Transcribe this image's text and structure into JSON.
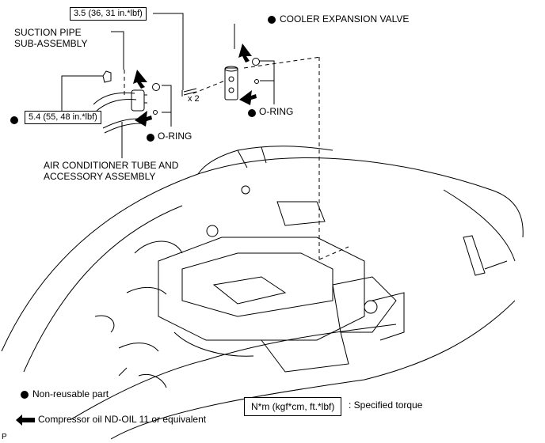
{
  "labels": {
    "cooler_expansion_valve": "COOLER EXPANSION VALVE",
    "suction_pipe_line1": "SUCTION PIPE",
    "suction_pipe_line2": "SUB-ASSEMBLY",
    "o_ring_right": "O-RING",
    "o_ring_left": "O-RING",
    "ac_tube_line1": "AIR CONDITIONER TUBE AND",
    "ac_tube_line2": "ACCESSORY ASSEMBLY",
    "bolt_count": "x 2",
    "corner_code": "P"
  },
  "torques": {
    "valve_bolt": "3.5 (36, 31 in.*lbf)",
    "pipe_bolt": "5.4 (55, 48 in.*lbf)"
  },
  "legend": {
    "non_reusable": "Non-reusable part",
    "compressor_oil": "Compressor oil ND-OIL 11 or equivalent",
    "torque_unit": "N*m (kgf*cm, ft.*lbf)",
    "specified_torque": ": Specified torque"
  }
}
